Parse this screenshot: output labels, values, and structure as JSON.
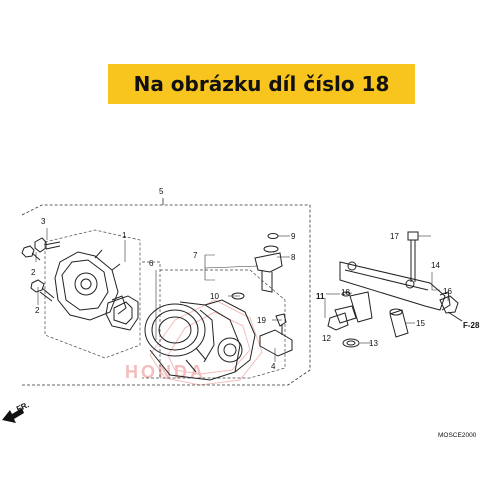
{
  "banner": {
    "text": "Na obrázku díl číslo 18",
    "color": "#f7c51e"
  },
  "diagram": {
    "callouts": {
      "c1": "1",
      "c2a": "2",
      "c2b": "2",
      "c3": "3",
      "c4": "4",
      "c5": "5",
      "c6": "6",
      "c7": "7",
      "c8": "8",
      "c9": "9",
      "c10": "10",
      "c11": "11",
      "c12": "12",
      "c13": "13",
      "c14": "14",
      "c15": "15",
      "c16": "16",
      "c17": "17",
      "c18": "18",
      "c19": "19"
    },
    "ref_label": "F-28",
    "direction_label": "FR.",
    "diagram_code": "MOSCE2000",
    "watermark": "HONDA"
  }
}
